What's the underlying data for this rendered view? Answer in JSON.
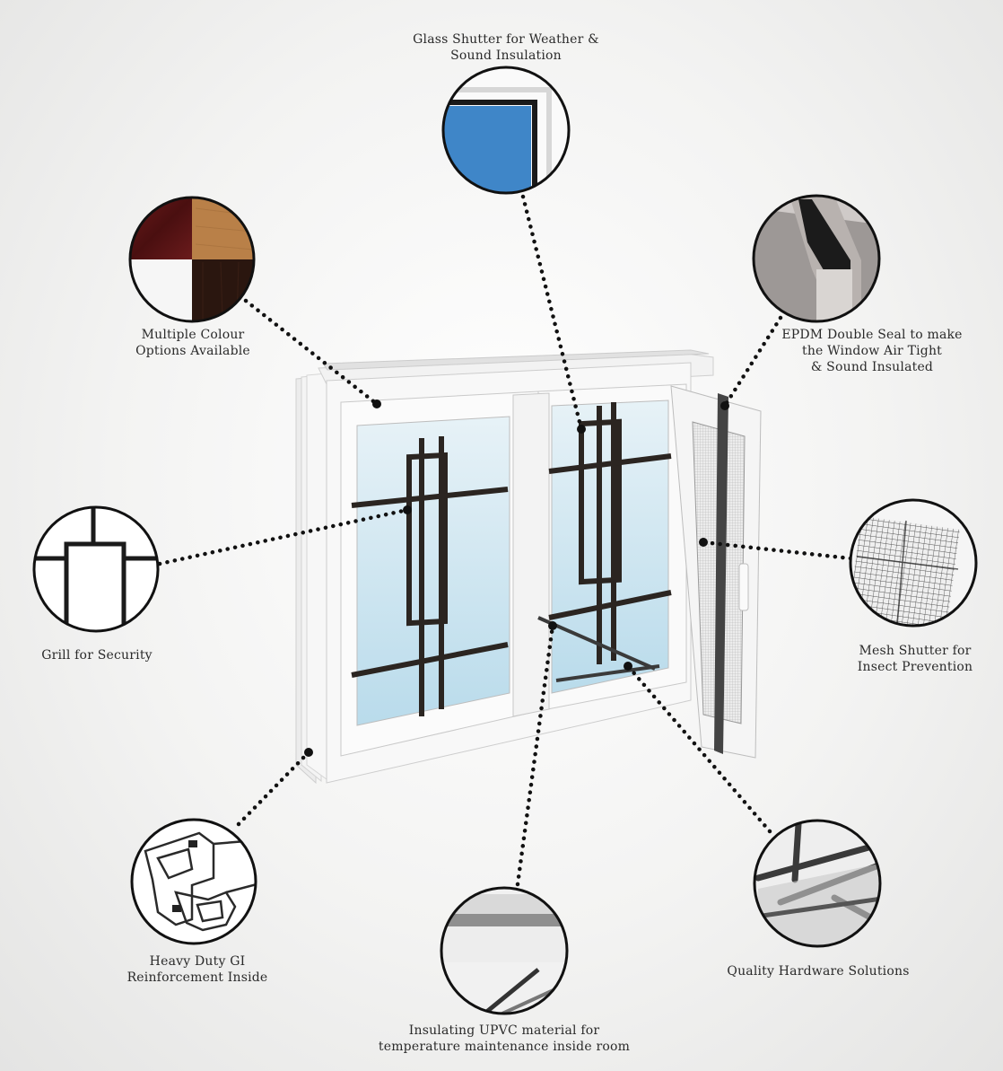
{
  "callouts": [
    {
      "id": "glass-shutter",
      "lines": [
        "Glass Shutter for Weather &",
        "Sound Insulation"
      ]
    },
    {
      "id": "colour-options",
      "lines": [
        "Multiple Colour",
        "Options Available"
      ]
    },
    {
      "id": "epdm-seal",
      "lines": [
        "EPDM Double Seal to make",
        "the Window Air Tight",
        "& Sound Insulated"
      ]
    },
    {
      "id": "grill",
      "lines": [
        "Grill for Security"
      ]
    },
    {
      "id": "mesh-shutter",
      "lines": [
        "Mesh Shutter for",
        "Insect Prevention"
      ]
    },
    {
      "id": "gi-reinforcement",
      "lines": [
        "Heavy Duty GI",
        "Reinforcement Inside"
      ]
    },
    {
      "id": "hardware",
      "lines": [
        "Quality Hardware Solutions"
      ]
    },
    {
      "id": "upvc-material",
      "lines": [
        "Insulating UPVC material for",
        "temperature maintenance inside room"
      ]
    }
  ],
  "colors": {
    "frame": "#f7f7f7",
    "frame_edge": "#cfcfcf",
    "grill": "#2b2521",
    "glass": "#cfe6f1",
    "glass_blue": "#3f86c8",
    "leader": "#111111"
  },
  "swatches": [
    "#5a1414",
    "#b98048",
    "#f6f6f6",
    "#2a160f"
  ]
}
